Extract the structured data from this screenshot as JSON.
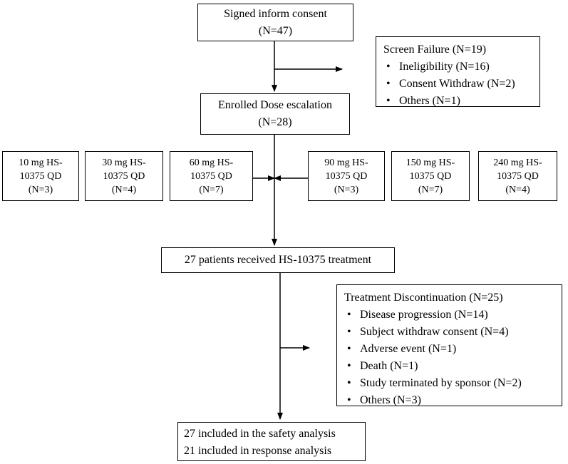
{
  "consent": {
    "line1": "Signed inform consent",
    "line2": "(N=47)"
  },
  "screen_failure": {
    "title": "Screen Failure (N=19)",
    "items": [
      "Ineligibility (N=16)",
      "Consent Withdraw (N=2)",
      "Others (N=1)"
    ]
  },
  "enrolled": {
    "line1": "Enrolled Dose escalation",
    "line2": "(N=28)"
  },
  "doses": [
    {
      "line1": "10 mg HS-",
      "line2": "10375 QD",
      "line3": "(N=3)"
    },
    {
      "line1": "30 mg HS-",
      "line2": "10375 QD",
      "line3": "(N=4)"
    },
    {
      "line1": "60 mg HS-",
      "line2": "10375 QD",
      "line3": "(N=7)"
    },
    {
      "line1": "90 mg HS-",
      "line2": "10375 QD",
      "line3": "(N=3)"
    },
    {
      "line1": "150 mg HS-",
      "line2": "10375 QD",
      "line3": "(N=7)"
    },
    {
      "line1": "240 mg HS-",
      "line2": "10375 QD",
      "line3": "(N=4)"
    }
  ],
  "treated": {
    "text": "27 patients received HS-10375 treatment"
  },
  "discontinuation": {
    "title": "Treatment Discontinuation (N=25)",
    "items": [
      "Disease progression (N=14)",
      "Subject withdraw consent (N=4)",
      "Adverse event (N=1)",
      "Death (N=1)",
      "Study terminated by sponsor (N=2)",
      "Others (N=3)"
    ]
  },
  "analysis": {
    "line1": "27 included in the safety analysis",
    "line2": "21 included in response analysis"
  }
}
